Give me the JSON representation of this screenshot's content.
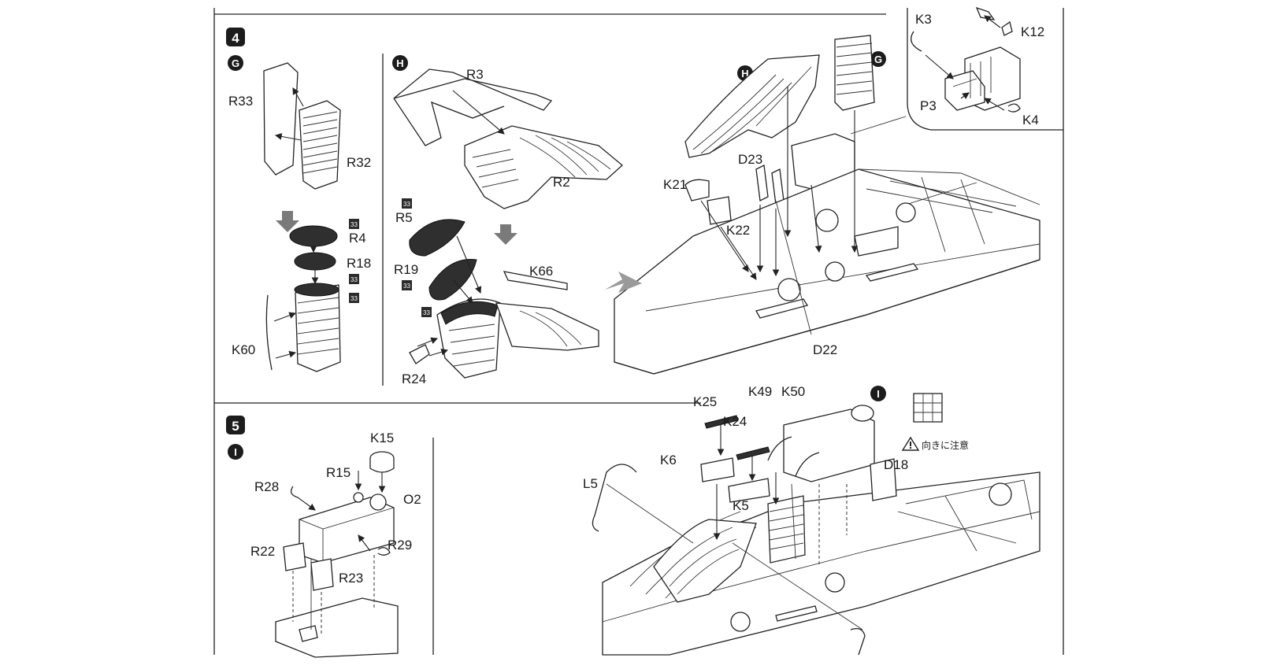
{
  "steps": [
    {
      "number": "4",
      "label": "4"
    },
    {
      "number": "5",
      "label": "5"
    }
  ],
  "sub_assembly_markers": {
    "g1": "G",
    "h1": "H",
    "h2": "H",
    "g2": "G",
    "i1": "I",
    "i2": "I"
  },
  "paint_code": "33",
  "part_labels": {
    "r33": "R33",
    "r32": "R32",
    "r4": "R4",
    "r18": "R18",
    "k60": "K60",
    "r3": "R3",
    "r2": "R2",
    "r5": "R5",
    "r19": "R19",
    "k66": "K66",
    "r24": "R24",
    "k3": "K3",
    "k12": "K12",
    "p3": "P3",
    "k4": "K4",
    "d23": "D23",
    "k21": "K21",
    "k22": "K22",
    "d22": "D22",
    "k15": "K15",
    "r15": "R15",
    "r28": "R28",
    "o2": "O2",
    "r29": "R29",
    "r22": "R22",
    "r23": "R23",
    "k25": "K25",
    "k49": "K49",
    "k50": "K50",
    "k24": "K24",
    "k6": "K6",
    "k5": "K5",
    "l5": "L5",
    "d18": "D18"
  },
  "caution_note": "向きに注意",
  "colors": {
    "ink": "#222222",
    "paint_badge": "#2b2b2b",
    "marker_fill": "#1c1c1c",
    "direction_arrow": "#7a7a7a"
  },
  "icons": [
    "warning-triangle-icon",
    "direction-arrow-icon"
  ]
}
